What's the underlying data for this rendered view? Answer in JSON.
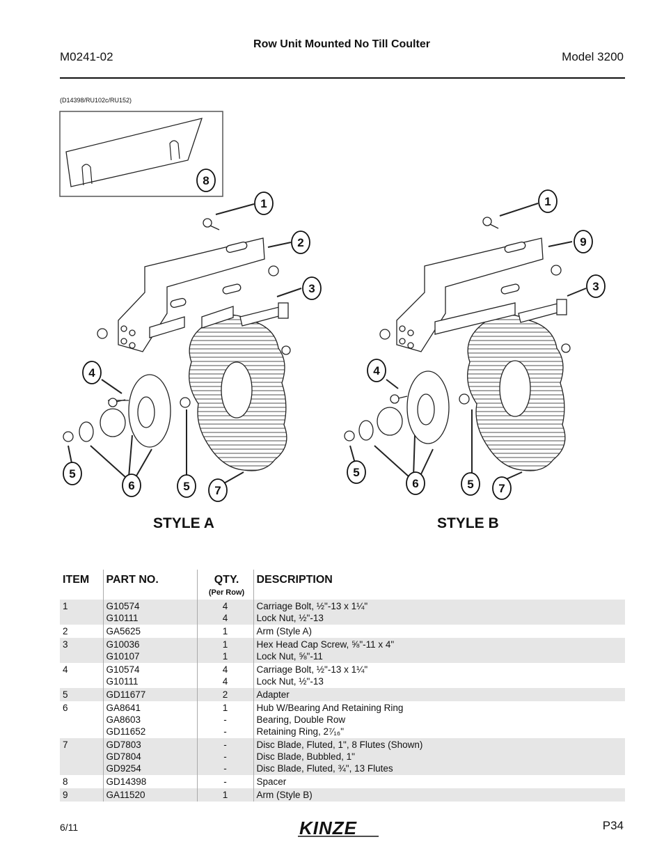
{
  "header": {
    "doc_id": "M0241-02",
    "title": "Row Unit Mounted No Till Coulter",
    "model": "Model 3200"
  },
  "figure": {
    "ref": "(D14398/RU102c/RU152)",
    "callouts": [
      "1",
      "2",
      "3",
      "4",
      "5",
      "6",
      "7",
      "8",
      "9"
    ],
    "style_a_label": "STYLE A",
    "style_b_label": "STYLE B"
  },
  "table": {
    "headers": {
      "item": "ITEM",
      "part": "PART NO.",
      "qty": "QTY.",
      "qty_sub": "(Per Row)",
      "desc": "DESCRIPTION"
    },
    "rows": [
      {
        "item": "1",
        "parts": [
          "G10574",
          "G10111"
        ],
        "qty": [
          "4",
          "4"
        ],
        "desc": [
          "Carriage Bolt, ½\"-13 x 1¼\"",
          "Lock Nut, ½\"-13"
        ]
      },
      {
        "item": "2",
        "parts": [
          "GA5625"
        ],
        "qty": [
          "1"
        ],
        "desc": [
          "Arm (Style A)"
        ]
      },
      {
        "item": "3",
        "parts": [
          "G10036",
          "G10107"
        ],
        "qty": [
          "1",
          "1"
        ],
        "desc": [
          "Hex Head Cap Screw, ⅝\"-11 x 4\"",
          "Lock Nut, ⅝\"-11"
        ]
      },
      {
        "item": "4",
        "parts": [
          "G10574",
          "G10111"
        ],
        "qty": [
          "4",
          "4"
        ],
        "desc": [
          "Carriage Bolt, ½\"-13 x 1¼\"",
          "Lock Nut, ½\"-13"
        ]
      },
      {
        "item": "5",
        "parts": [
          "GD11677"
        ],
        "qty": [
          "2"
        ],
        "desc": [
          "Adapter"
        ]
      },
      {
        "item": "6",
        "parts": [
          "GA8641",
          "GA8603",
          "GD11652"
        ],
        "qty": [
          "1",
          "-",
          "-"
        ],
        "desc": [
          "Hub W/Bearing And Retaining Ring",
          "Bearing, Double Row",
          "Retaining Ring, 2⁷⁄₁₆\""
        ]
      },
      {
        "item": "7",
        "parts": [
          "GD7803",
          "GD7804",
          "GD9254"
        ],
        "qty": [
          "-",
          "-",
          "-"
        ],
        "desc": [
          "Disc Blade, Fluted, 1\", 8 Flutes (Shown)",
          "Disc Blade, Bubbled, 1\"",
          "Disc Blade, Fluted, ¾\", 13 Flutes"
        ]
      },
      {
        "item": "8",
        "parts": [
          "GD14398"
        ],
        "qty": [
          "-"
        ],
        "desc": [
          "Spacer"
        ]
      },
      {
        "item": "9",
        "parts": [
          "GA11520"
        ],
        "qty": [
          "1"
        ],
        "desc": [
          "Arm (Style B)"
        ]
      }
    ]
  },
  "footer": {
    "date": "6/11",
    "logo": "KINZE",
    "page": "P34"
  }
}
